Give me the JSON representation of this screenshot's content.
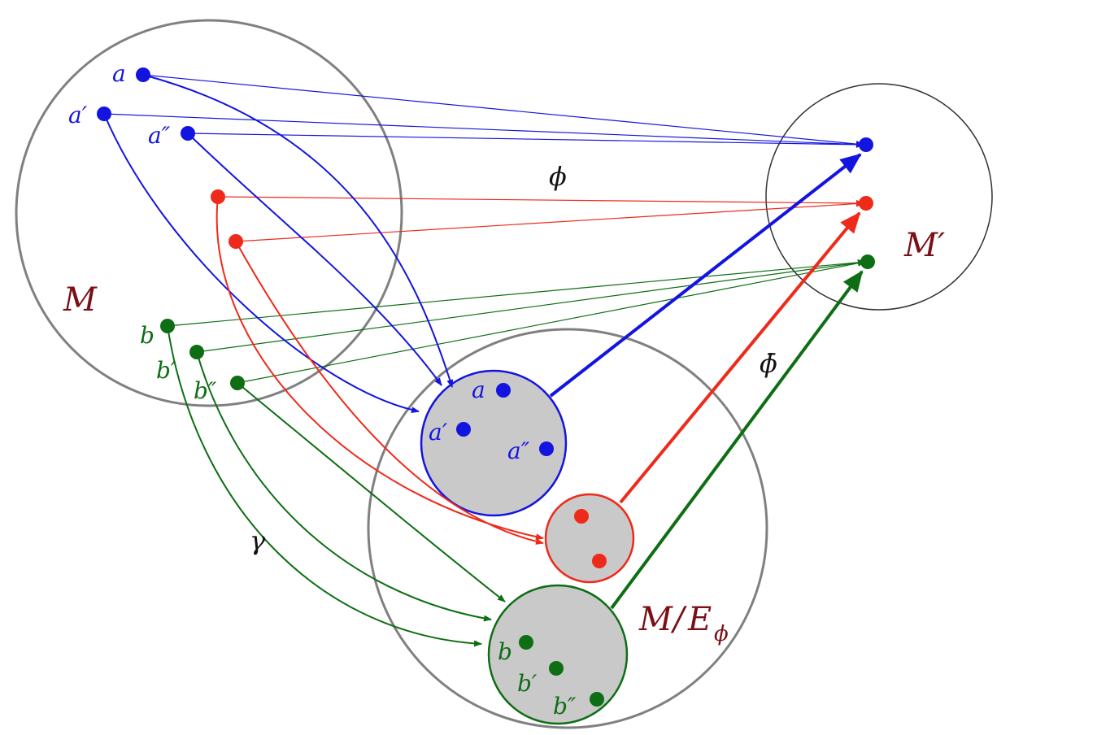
{
  "colors": {
    "blue": "#1414e0",
    "red": "#ee2a1a",
    "green": "#0e6e14",
    "set_label": "#7a0f16",
    "big_circle": "#808080",
    "class_fill": "#c9c9c9",
    "ink": "#111111"
  },
  "sets": {
    "M": {
      "label": "M"
    },
    "M_prime": {
      "label": "M′"
    },
    "quotient": {
      "label_main": "M",
      "label_slash": "/",
      "label_E": "E",
      "label_sub": "ϕ"
    }
  },
  "maps": {
    "phi": "ϕ",
    "phi_bar": "ϕ̄",
    "gamma": "γ"
  },
  "points": {
    "a": "a",
    "a1": "a′",
    "a2": "a″",
    "b": "b",
    "b1": "b′",
    "b2": "b″"
  },
  "classes": {
    "blue": {
      "a": "a",
      "a1": "a′",
      "a2": "a″"
    },
    "green": {
      "b": "b",
      "b1": "b′",
      "b2": "b″"
    }
  }
}
